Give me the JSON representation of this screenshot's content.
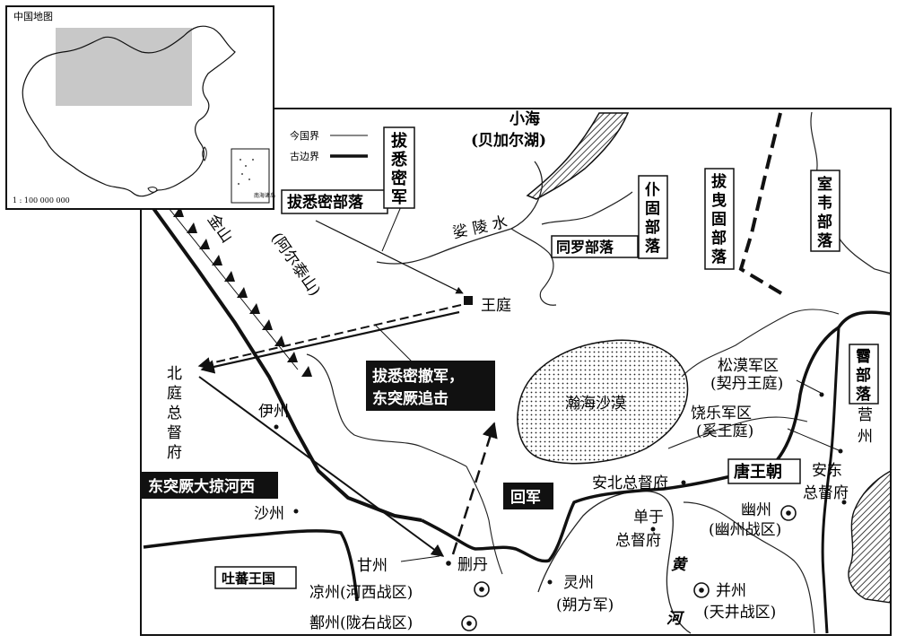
{
  "inset": {
    "title": "中国地图",
    "scale": "1 : 100 000 000",
    "south_sea_label": "南海诸岛"
  },
  "legend": {
    "modern_border": "今国界",
    "ancient_border": "古边界"
  },
  "labels": {
    "lake_name": "小海",
    "lake_alt": "(贝加尔湖)",
    "river_suoling": "娑 陵 水",
    "yellow_river_1": "黄",
    "yellow_river_2": "河",
    "mountain_1": "金山",
    "mountain_2": "(阿尔泰山)",
    "desert": "瀚海沙漠",
    "wangting": "王庭",
    "beiting_1": "北",
    "beiting_2": "庭",
    "beiting_3": "总",
    "beiting_4": "督",
    "beiting_5": "府",
    "yizhou": "伊州",
    "shazhou": "沙州",
    "ganzhou": "甘州",
    "shandan": "删丹",
    "liangzhou": "凉州(河西战区)",
    "shanzhou": "鄯州(陇右战区)",
    "lingzhou_1": "灵州",
    "lingzhou_2": "(朔方军)",
    "danyu_1": "单于",
    "danyu_2": "总督府",
    "anbei": "安北总督府",
    "songmo_1": "松漠军区",
    "songmo_2": "(契丹王庭)",
    "raole_1": "饶乐军区",
    "raole_2": "(奚王庭)",
    "youzhou_1": "幽州",
    "youzhou_2": "(幽州战区)",
    "bingzhou_1": "并州",
    "bingzhou_2": "(天井战区)",
    "yingzhou_1": "营",
    "yingzhou_2": "州",
    "andong_1": "安东",
    "andong_2": "总督府",
    "tang": "唐王朝",
    "tubo": "吐蕃王国"
  },
  "boxes": {
    "baximi_army": [
      "拔",
      "悉",
      "密",
      "军"
    ],
    "baximi_tribe": "拔悉密部落",
    "pugu": [
      "仆",
      "固",
      "部",
      "落"
    ],
    "tongluo": "同罗部落",
    "bayegu": [
      "拔",
      "曳",
      "固",
      "部",
      "落"
    ],
    "shiwei": [
      "室",
      "韦",
      "部",
      "落"
    ],
    "xi": [
      "霫",
      "部",
      "落"
    ]
  },
  "callouts": {
    "retreat_1": "拔悉密撤军，",
    "retreat_2": "东突厥追击",
    "plunder": "东突厥大掠河西",
    "return": "回军"
  }
}
